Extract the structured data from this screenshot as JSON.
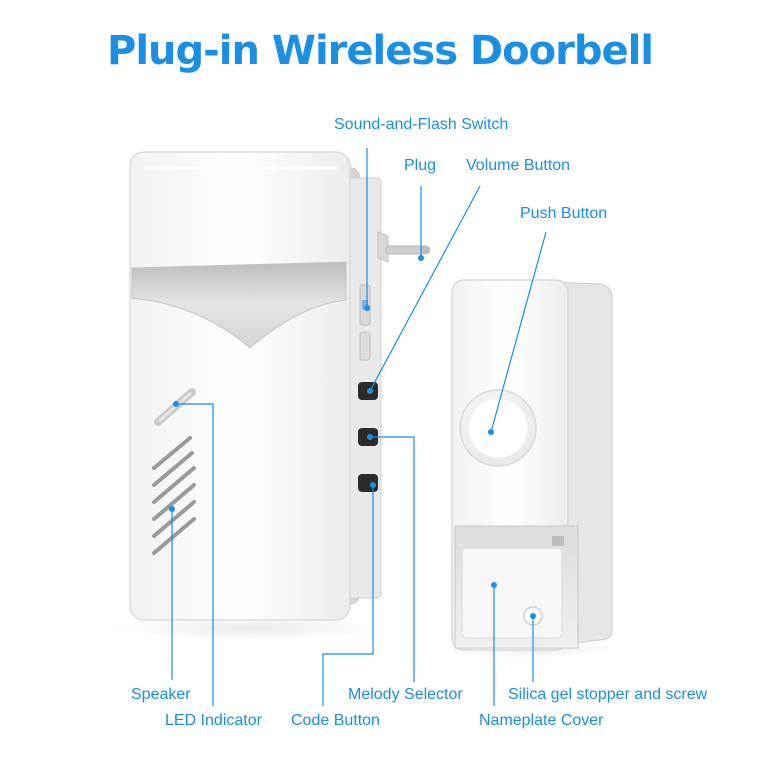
{
  "title": "Plug-in Wireless Doorbell",
  "accent_color": "#1a8fe3",
  "labels": {
    "sound_flash_switch": "Sound-and-Flash Switch",
    "plug": "Plug",
    "volume_button": "Volume Button",
    "push_button": "Push Button",
    "speaker": "Speaker",
    "led_indicator": "LED Indicator",
    "code_button": "Code Button",
    "melody_selector": "Melody Selector",
    "silica_gel": "Silica gel stopper and screw",
    "nameplate_cover": "Nameplate Cover"
  }
}
